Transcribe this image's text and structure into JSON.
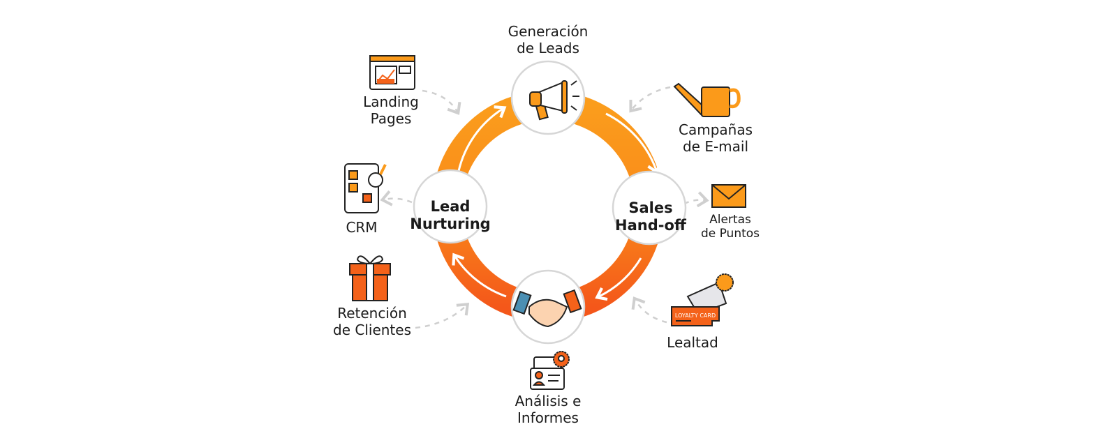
{
  "stages": {
    "top": "Generación\nde Leads",
    "right": "Sales\nHand-off",
    "left": "Lead\nNurturing"
  },
  "satellites": {
    "landing": "Landing\nPages",
    "crm": "CRM",
    "retention": "Retención\nde Clientes",
    "analysis": "Análisis e\nInformes",
    "loyalty": "Lealtad",
    "loyalty_card_text": "LOYALTY CARD",
    "alerts": "Alertas\nde Puntos",
    "email": "Campañas\nde E-mail"
  },
  "colors": {
    "orange_light": "#fb9a1a",
    "orange_dark": "#f4621a",
    "grey": "#cfcfcf"
  }
}
